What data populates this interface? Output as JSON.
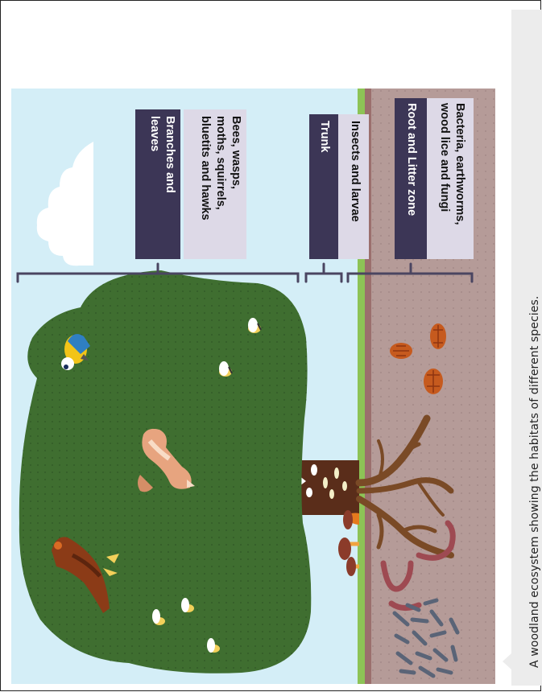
{
  "caption": "A woodland ecosystem showing the habitats of different species.",
  "zones": [
    {
      "name": "zone-branches",
      "title_lines": [
        "Branches and",
        "leaves"
      ],
      "species_lines": [
        "Bees, wasps,",
        "moths, squirrels,",
        "bluetits and hawks"
      ]
    },
    {
      "name": "zone-trunk",
      "title_lines": [
        "Trunk"
      ],
      "species_lines": [
        "Insects and larvae"
      ]
    },
    {
      "name": "zone-root",
      "title_lines": [
        "Root and Litter zone"
      ],
      "species_lines": [
        "Bacteria, earthworms,",
        "wood lice and fungi"
      ]
    }
  ],
  "colors": {
    "sky": "#d4eef7",
    "canopy": "#3f6e30",
    "soil": "#b59b98",
    "grass": "#8dc356",
    "label_dark": "#3c3656",
    "label_light": "#ddd9e7",
    "bracket": "#4a4561"
  }
}
